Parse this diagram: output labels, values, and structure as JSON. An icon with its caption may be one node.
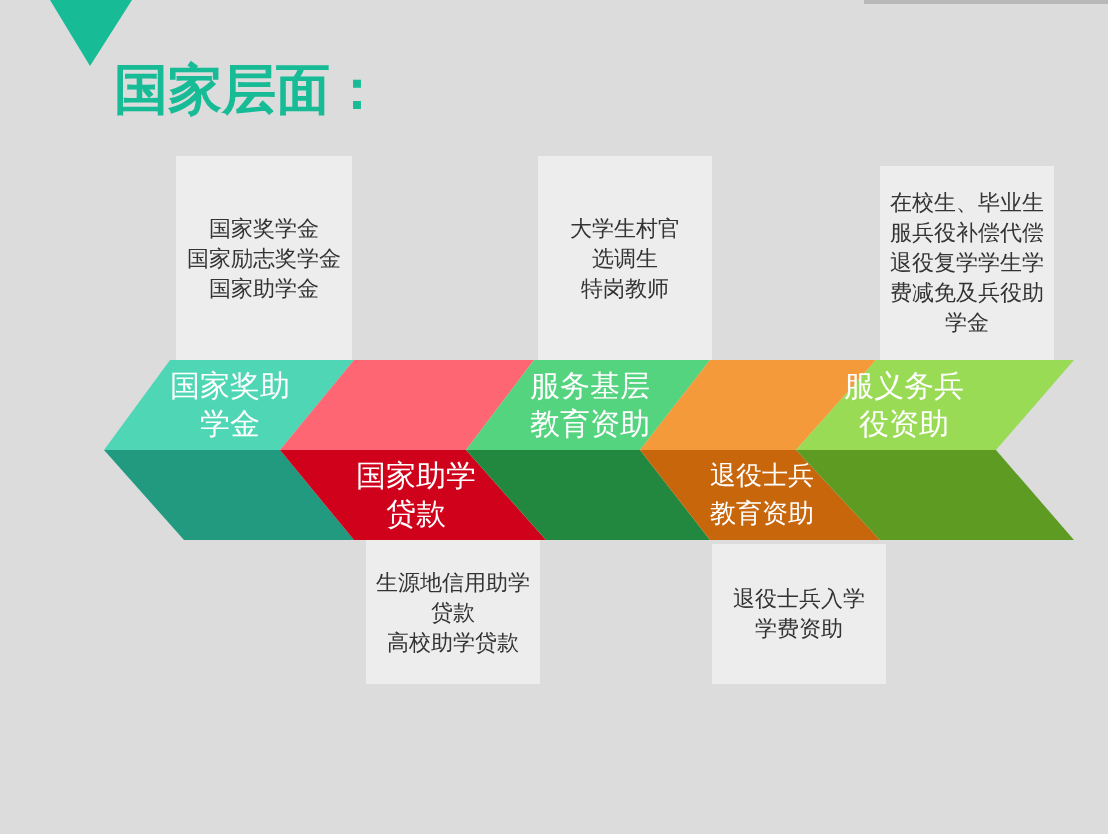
{
  "diagram": {
    "title": "国家层面：",
    "nodes": [
      {
        "text": [
          "国家奖学金",
          "国家励志奖学金",
          "国家助学金"
        ]
      },
      {
        "text": [
          "大学生村官",
          "选调生",
          "特岗教师"
        ]
      },
      {
        "text": [
          "在校生、毕业生服兵役补偿代偿退役复学学生学费减免及兵役助学金"
        ]
      },
      {
        "text": [
          "国家奖助学金"
        ]
      },
      {
        "text": [],
        "shape": "parallelogram"
      },
      {
        "text": [],
        "shape": "parallelogram"
      },
      {
        "text": [
          "国家助学贷款"
        ]
      },
      {
        "text": [
          "服务基层教育资助"
        ]
      },
      {
        "text": [],
        "shape": "parallelogram"
      },
      {
        "text": [],
        "shape": "parallelogram"
      },
      {
        "text": [
          "退役士兵教育资助"
        ]
      },
      {
        "text": [
          "服义务兵役资助"
        ]
      },
      {
        "text": [],
        "shape": "parallelogram"
      },
      {
        "text": [
          "生源地信用助学贷款",
          "高校助学贷款"
        ]
      },
      {
        "text": [
          "退役士兵入学学费资助"
        ]
      }
    ]
  }
}
